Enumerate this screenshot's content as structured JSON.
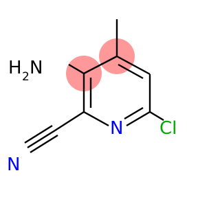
{
  "molecule": {
    "atoms": {
      "amine_h": "H",
      "amine_sub": "2",
      "amine_n": "N",
      "ring_n": "N",
      "chlorine": "Cl",
      "nitrile_n": "N"
    },
    "colors": {
      "nitrogen": "#0000ff",
      "chlorine": "#00aa00",
      "bond": "#000000",
      "highlight": "#ff9999"
    }
  }
}
